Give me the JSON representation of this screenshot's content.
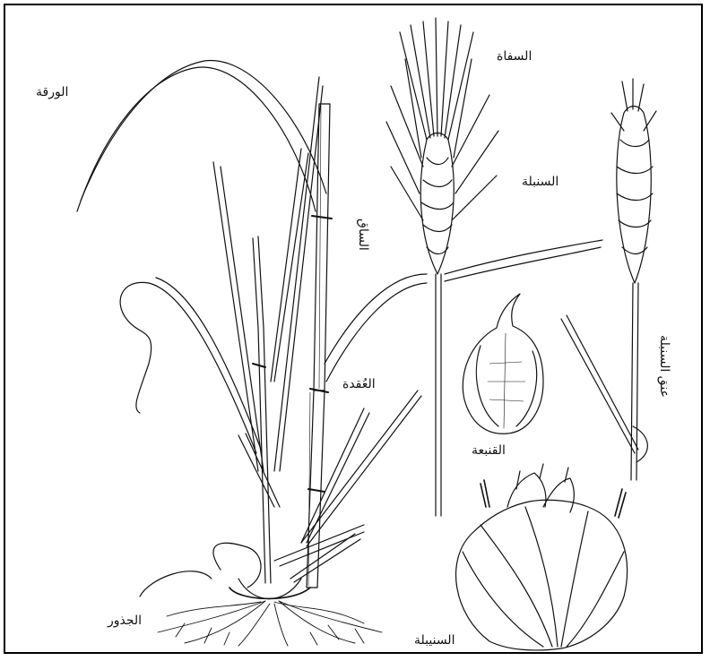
{
  "labels": {
    "leaf": "الورقة",
    "awn": "السفاة",
    "spike": "السنبلة",
    "stem": "الساق",
    "node": "العُقدة",
    "spike_neck": "عنق السنبلة",
    "glume": "القنبعة",
    "roots": "الجذور",
    "spikelet": "السنيبلة"
  },
  "colors": {
    "ink": "#111111",
    "background": "#ffffff",
    "frame": "#000000"
  }
}
